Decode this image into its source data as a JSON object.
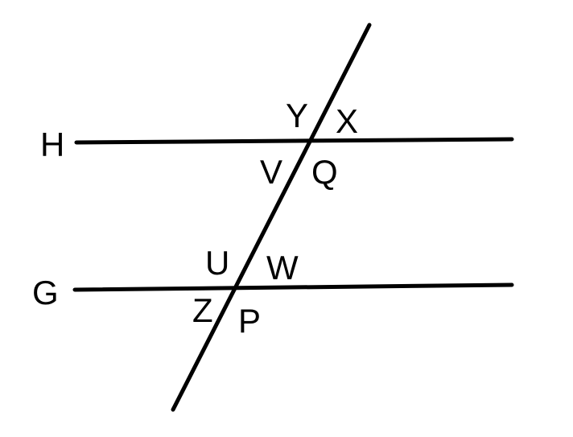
{
  "diagram": {
    "line_labels": {
      "upper": "H",
      "lower": "G"
    },
    "angle_labels": {
      "upper_intersection": {
        "top_left": "Y",
        "top_right": "X",
        "bottom_left": "V",
        "bottom_right": "Q"
      },
      "lower_intersection": {
        "top_left": "U",
        "top_right": "W",
        "bottom_left": "Z",
        "bottom_right": "P"
      }
    },
    "colors": {
      "stroke": "#000000",
      "background": "#ffffff"
    }
  }
}
